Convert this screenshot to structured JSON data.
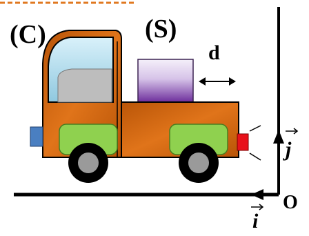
{
  "labels": {
    "truck": "(C)",
    "block": "(S)",
    "distance": "d",
    "unit_i": "i",
    "unit_j": "j",
    "origin": "O"
  },
  "colors": {
    "cab_body": "#c8600e",
    "cargo_bed": "#c8620f",
    "window": "#a9d8ea",
    "seat": "#bdbdbd",
    "wheel_arch": "#8fd14f",
    "tire": "#000000",
    "hub": "#9a9a9a",
    "block_top": "#f0eaf7",
    "block_bottom": "#6a2a9a",
    "headlight": "#4a7fc1",
    "taillight": "#e8111a",
    "dashed_top": "#e07820"
  }
}
